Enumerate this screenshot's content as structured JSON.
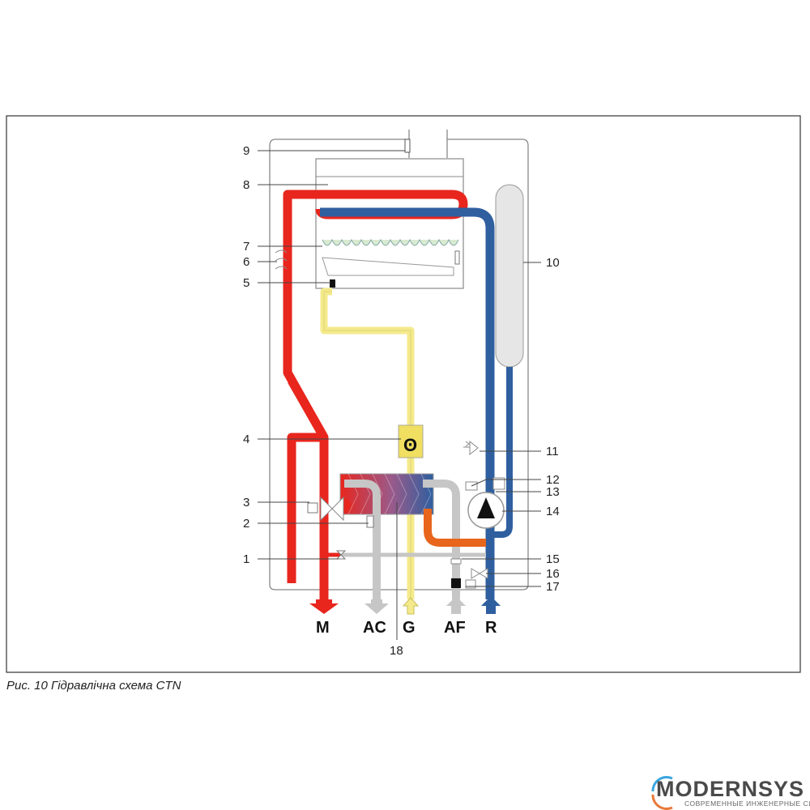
{
  "caption": "Рис. 10 Гідравлічна схема CTN",
  "logo": {
    "name": "MODERNSYS",
    "tagline": "СОВРЕМЕННЫЕ ИНЖЕНЕРНЫЕ СИСТЕМЫ"
  },
  "diagram": {
    "left_labels": [
      "9",
      "8",
      "7",
      "6",
      "5",
      "4",
      "3",
      "2",
      "1"
    ],
    "right_labels": [
      "10",
      "11",
      "12",
      "13",
      "14",
      "15",
      "16",
      "17"
    ],
    "bottom_label": "18",
    "connections": [
      "M",
      "AC",
      "G",
      "AF",
      "R"
    ]
  },
  "colors": {
    "hot": "#e8261e",
    "cold": "#2f5f9f",
    "gas": "#f4ea8c",
    "water": "#c6c6c6",
    "orange": "#e8661c"
  }
}
